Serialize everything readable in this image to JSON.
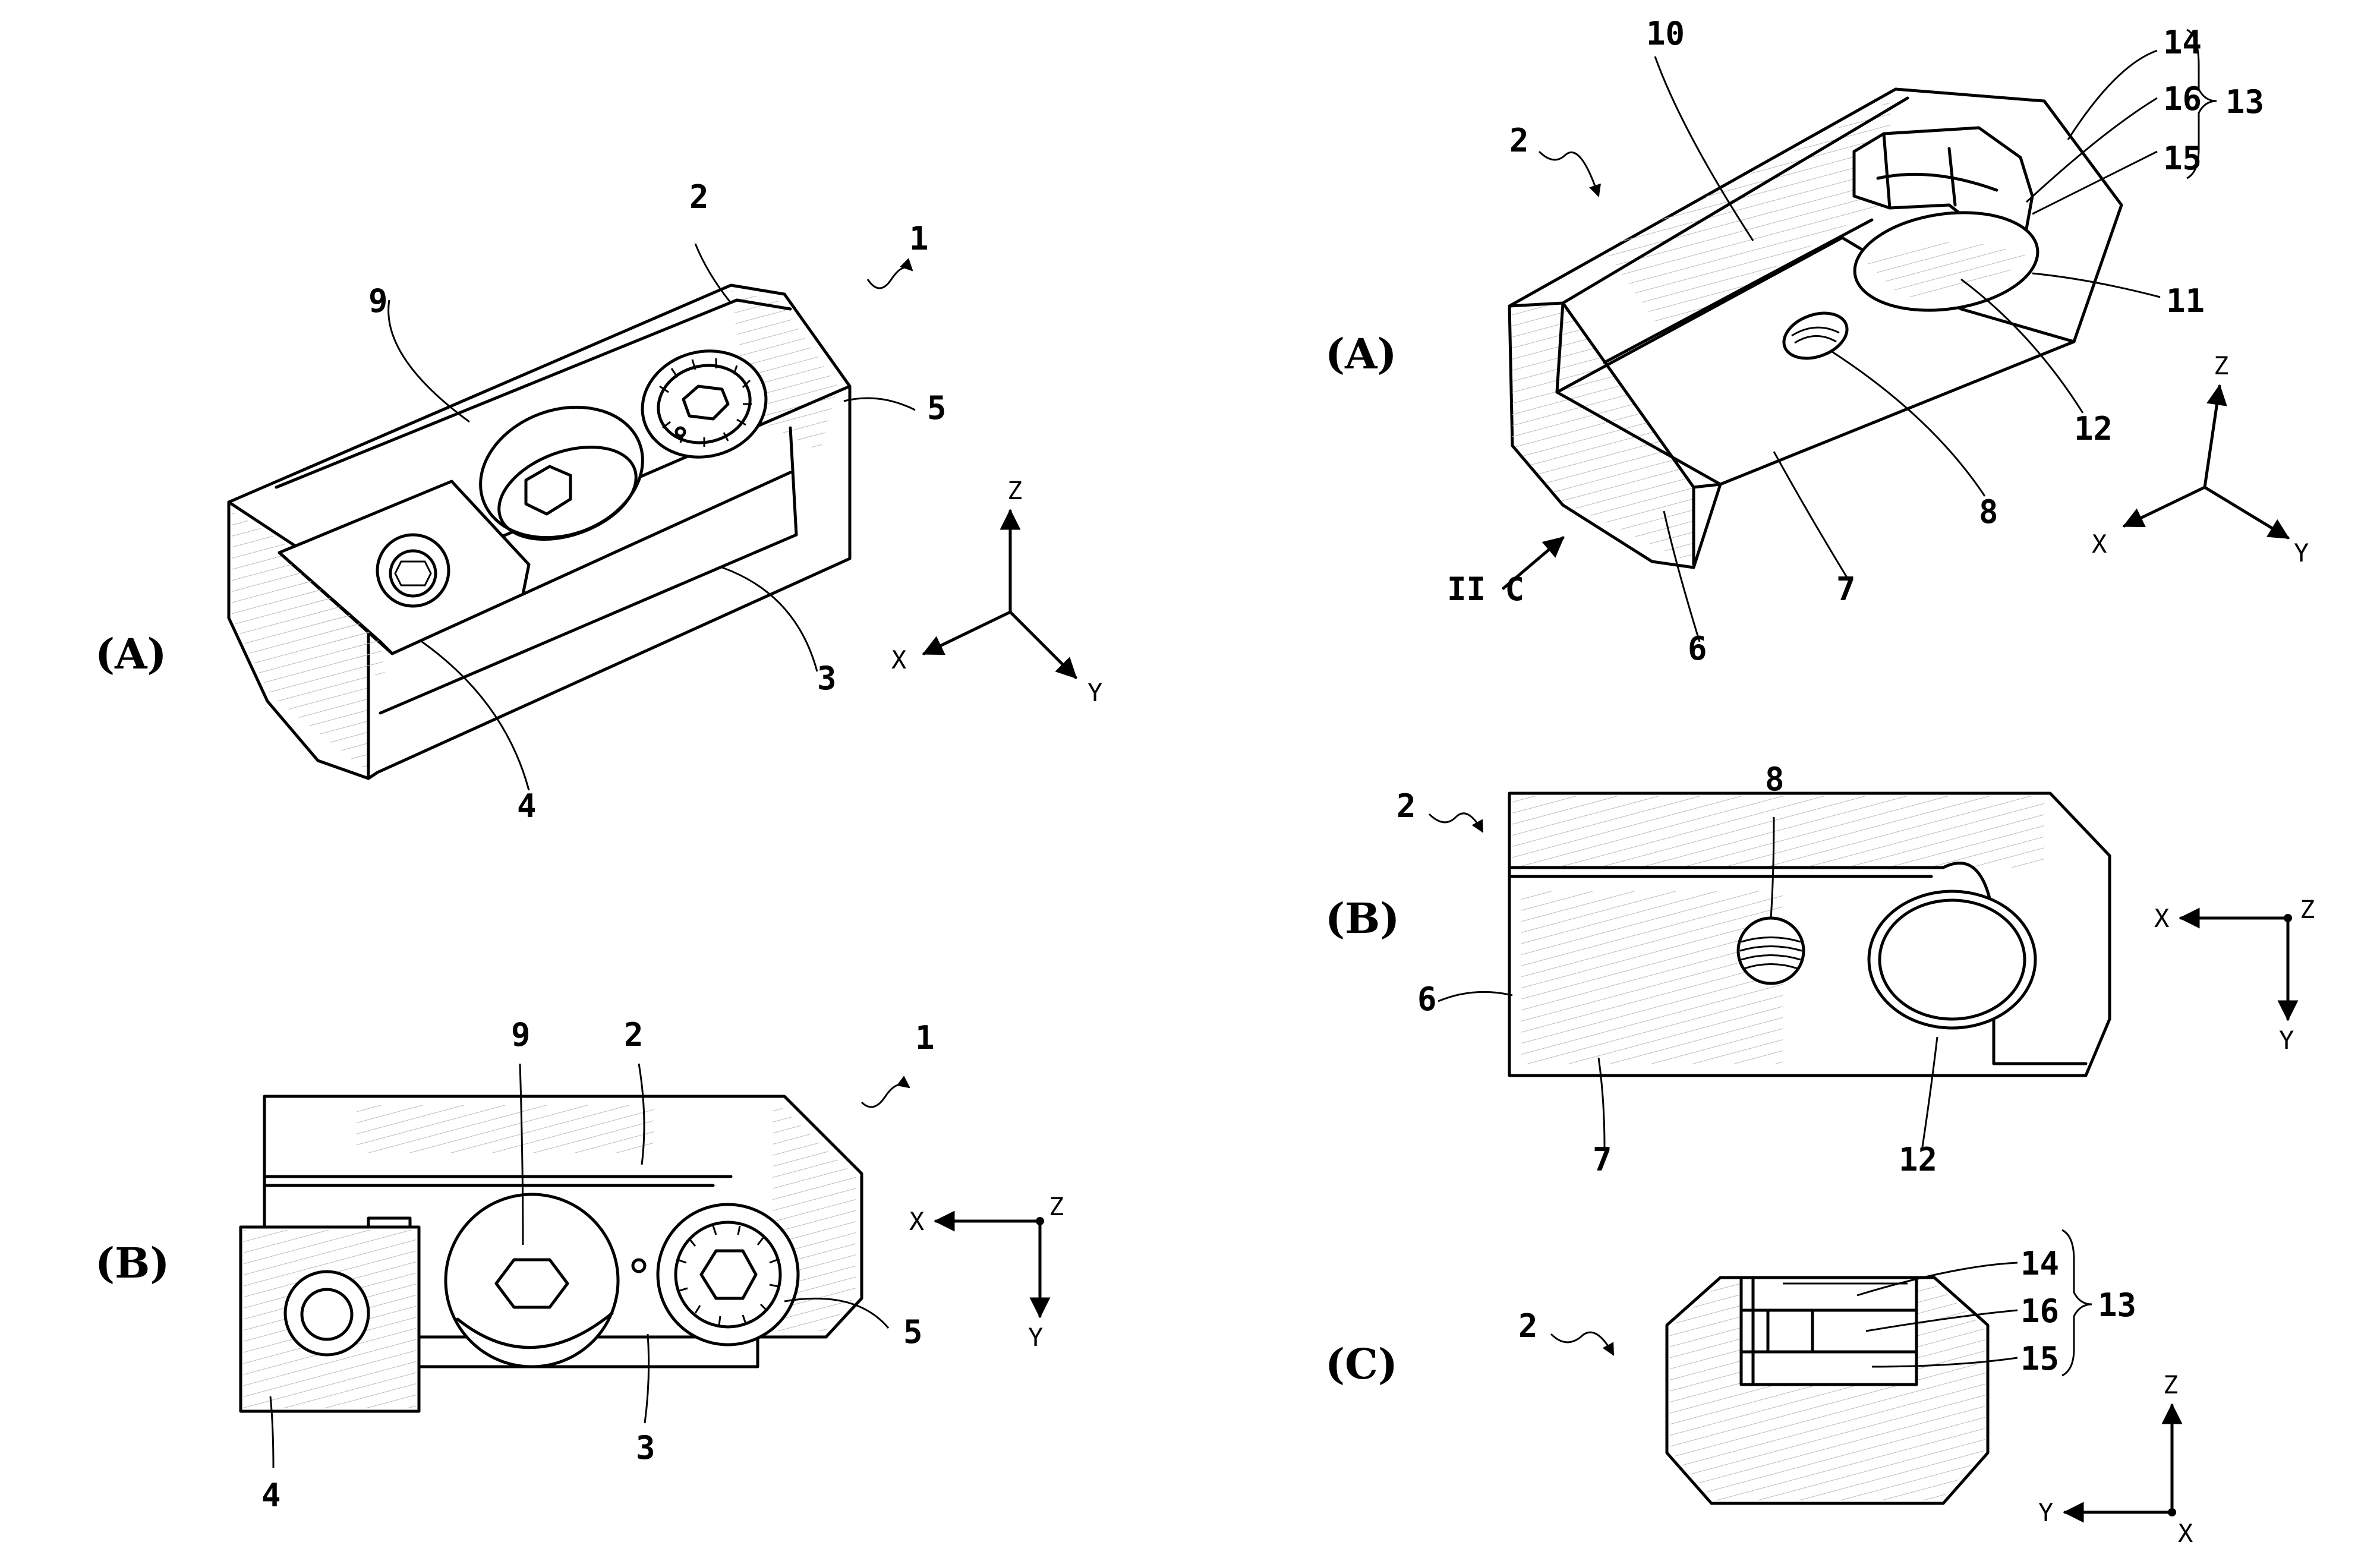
{
  "panels": {
    "left_a": "(A)",
    "left_b": "(B)",
    "right_a": "(A)",
    "right_b": "(B)",
    "right_c": "(C)"
  },
  "labels": {
    "fig1a": {
      "n1": "1",
      "n2": "2",
      "n3": "3",
      "n4": "4",
      "n5": "5",
      "n9": "9"
    },
    "fig1b": {
      "n1": "1",
      "n2": "2",
      "n3": "3",
      "n4": "4",
      "n5": "5",
      "n9": "9"
    },
    "fig2a": {
      "n2": "2",
      "n6": "6",
      "n7": "7",
      "n8": "8",
      "n10": "10",
      "n11": "11",
      "n12": "12",
      "n13": "13",
      "n14": "14",
      "n15": "15",
      "n16": "16",
      "view": "II C"
    },
    "fig2b": {
      "n2": "2",
      "n6": "6",
      "n7": "7",
      "n8": "8",
      "n12": "12"
    },
    "fig2c": {
      "n2": "2",
      "n13": "13",
      "n14": "14",
      "n15": "15",
      "n16": "16"
    }
  },
  "axes": {
    "left_a": {
      "x": "X",
      "y": "Y",
      "z": "Z"
    },
    "left_b": {
      "x": "X",
      "y": "Y",
      "z": "Z"
    },
    "right_a": {
      "x": "X",
      "y": "Y",
      "z": "Z"
    },
    "right_b": {
      "x": "X",
      "y": "Y",
      "z": "Z"
    },
    "right_c": {
      "x": "X",
      "y": "Y",
      "z": "Z"
    }
  }
}
